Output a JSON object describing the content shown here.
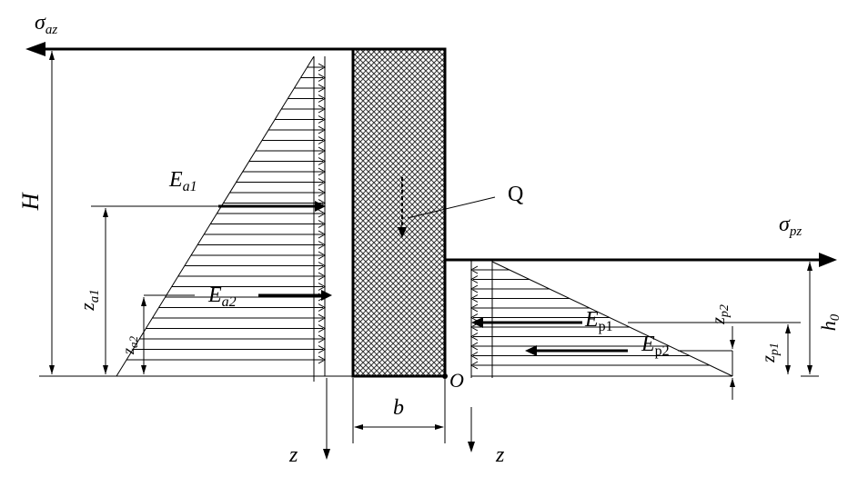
{
  "labels": {
    "sigma_a": {
      "main": "σ",
      "sub": "az"
    },
    "sigma_p": {
      "main": "σ",
      "sub": "pz"
    },
    "H": "H",
    "Ea1": {
      "main": "E",
      "sub": "a1"
    },
    "Ea2": {
      "main": "E",
      "sub": "a2"
    },
    "Q": "Q",
    "za1": {
      "main": "z",
      "sub": "a1"
    },
    "za2": {
      "main": "z",
      "sub": "a2"
    },
    "Ep1": {
      "main": "E",
      "sub": "p1"
    },
    "Ep2": {
      "main": "E",
      "sub": "p2"
    },
    "zp2": {
      "main": "z",
      "sub": "p2"
    },
    "zp1": {
      "main": "z",
      "sub": "p1"
    },
    "h0": {
      "main": "h",
      "sub": "0"
    },
    "O": "O",
    "b": "b",
    "z_left": "z",
    "z_right": "z"
  }
}
